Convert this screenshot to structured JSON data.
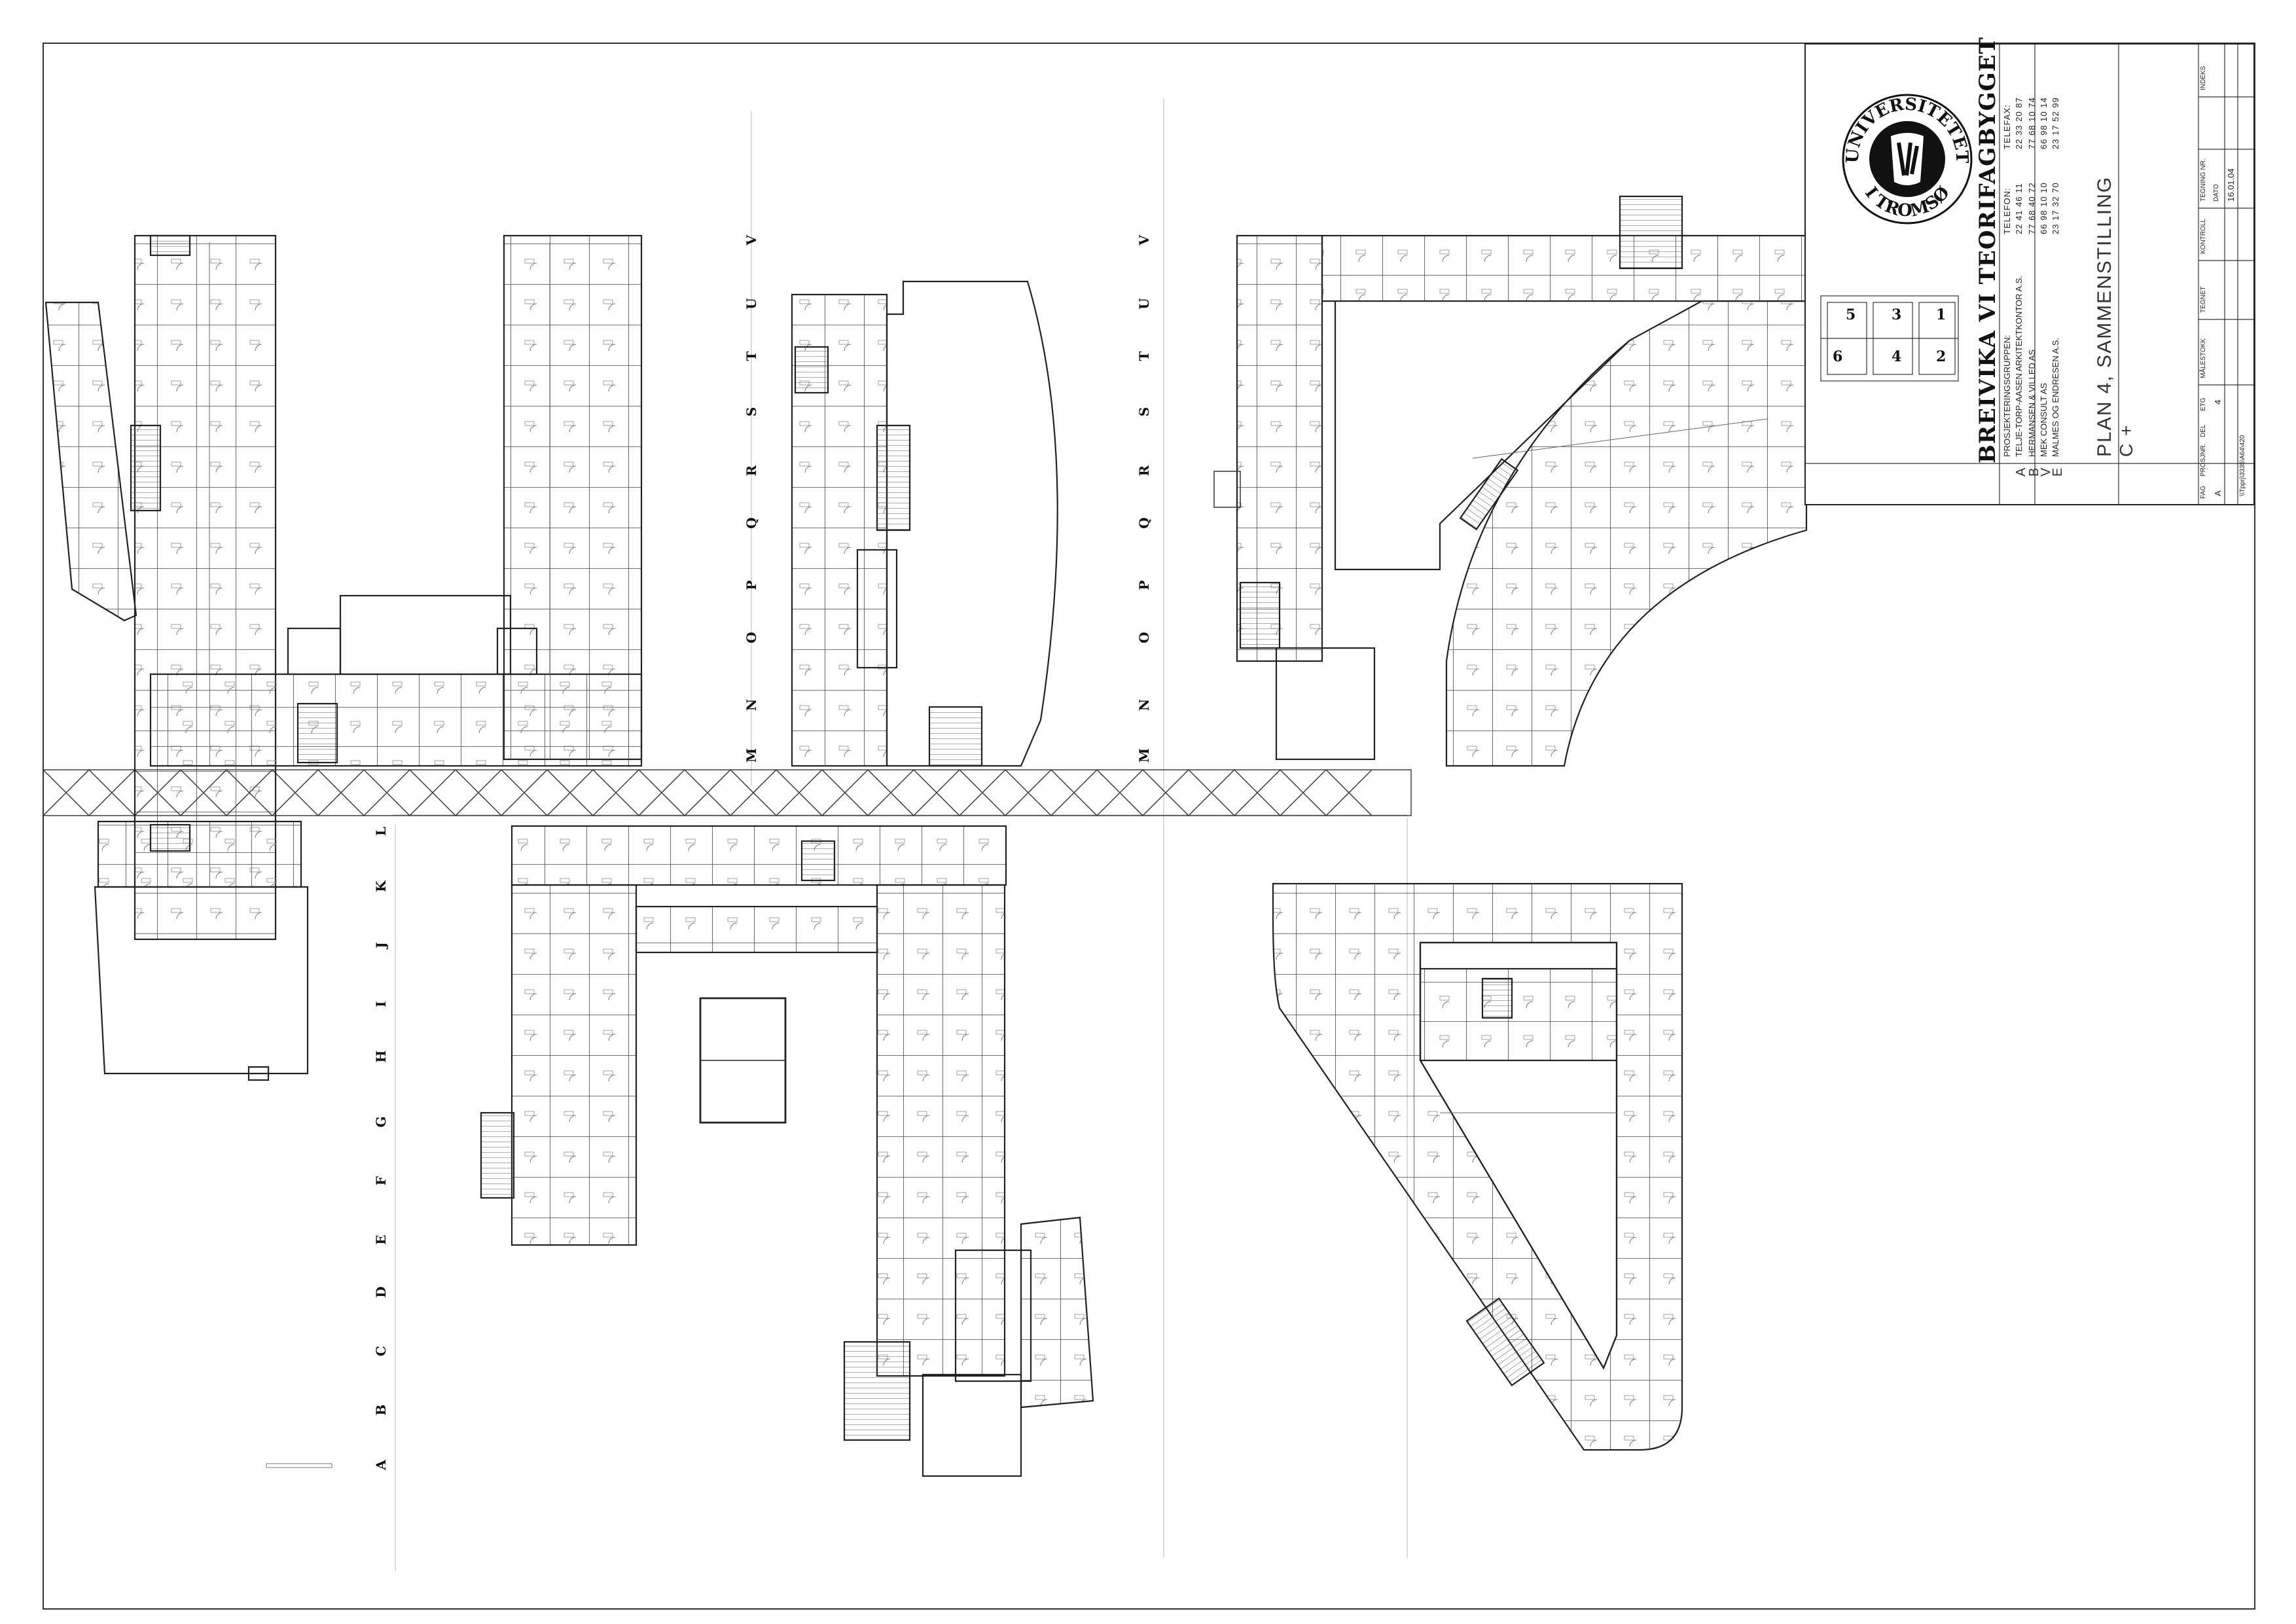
{
  "title_block": {
    "project_title": "BREIVIKA VI  TEORIFAGBYGGET",
    "plan_title": "PLAN 4, SAMMENSTILLING",
    "plan_index": "C +",
    "seal_text_top": "UNIVERSITETET",
    "seal_text_bottom": "I TROMSØ",
    "consultants_heading": "PROSJEKTERINGSGRUPPEN:",
    "phone_heading": "TELEFON:",
    "fax_heading": "TELEFAX:",
    "consultants": [
      {
        "code": "A",
        "name": "TELJE-TORP-AASEN ARKITEKTKONTOR A.S.",
        "phone": "22 41 46 11",
        "fax": "22 33 20 87"
      },
      {
        "code": "B",
        "name": "HERMANSEN & VILLED AS",
        "phone": "77 68 40 72",
        "fax": "77 68 10 74"
      },
      {
        "code": "V",
        "name": "MEK CONSULT AS",
        "phone": "66 98 10 10",
        "fax": "66 98 10 14"
      },
      {
        "code": "E",
        "name": "MALMES OG ENDRESEN A.S.",
        "phone": "23 17 32 70",
        "fax": "23 17 52 99"
      }
    ],
    "meta_labels": [
      "FAG",
      "PROSJNR.",
      "DEL",
      "ETG",
      "MÅLESTOKK",
      "TEGNET",
      "KONTROLL",
      "TEGNING NR.",
      "INDEKS"
    ],
    "meta_values": {
      "fag": "A",
      "etg": "4",
      "date_label": "DATO",
      "date": "16.01.04",
      "file": "\\\\Tpprj\\3335\\A64\\420"
    }
  },
  "key_plan": {
    "labels": [
      "1",
      "2",
      "3",
      "4",
      "5",
      "6"
    ]
  },
  "grid_axes": {
    "upper": [
      "M",
      "N",
      "O",
      "P",
      "Q",
      "R",
      "S",
      "T",
      "U",
      "V"
    ],
    "lower": [
      "A",
      "B",
      "C",
      "D",
      "E",
      "F",
      "G",
      "H",
      "I",
      "J",
      "K",
      "L"
    ]
  },
  "colors": {
    "line": "#222222",
    "thin": "#555555",
    "hatch": "#888888"
  }
}
